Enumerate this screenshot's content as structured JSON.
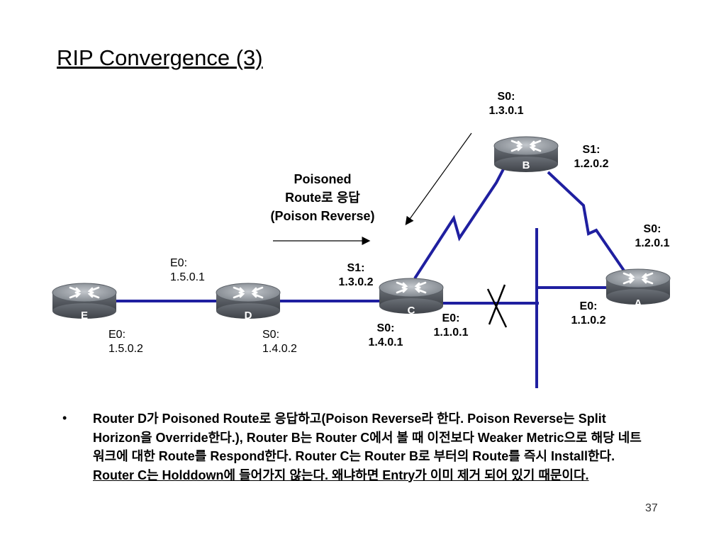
{
  "title": "RIP Convergence (3)",
  "diagram": {
    "routers": {
      "A": "A",
      "B": "B",
      "C": "C",
      "D": "D",
      "E": "E"
    },
    "labels": {
      "b_s0": [
        "S0:",
        "1.3.0.1"
      ],
      "b_s1": [
        "S1:",
        "1.2.0.2"
      ],
      "a_s0": [
        "S0:",
        "1.2.0.1"
      ],
      "a_e0": [
        "E0:",
        "1.1.0.2"
      ],
      "c_s1": [
        "S1:",
        "1.3.0.2"
      ],
      "c_s0": [
        "S0:",
        "1.4.0.1"
      ],
      "c_e0": [
        "E0:",
        "1.1.0.1"
      ],
      "d_e0": [
        "E0:",
        "1.5.0.1"
      ],
      "d_s0": [
        "S0:",
        "1.4.0.2"
      ],
      "e_e0": [
        "E0:",
        "1.5.0.2"
      ]
    },
    "poison_note": [
      "Poisoned",
      "Route로 응답",
      "(Poison Reverse)"
    ]
  },
  "bullet": {
    "marker": "•",
    "text_main": "Router D가 Poisoned Route로 응답하고(Poison Reverse라 한다. Poison Reverse는 Split Horizon을 Override한다.), Router B는 Router C에서 볼 때 이전보다 Weaker Metric으로 해당 네트워크에 대한 Route를 Respond한다. Router C는 Router B로 부터의 Route를 즉시 Install한다. ",
    "text_underlined": "Router C는 Holddown에 들어가지 않는다. 왜냐하면 Entry가 이미 제거 되어 있기 때문이다."
  },
  "page_number": "37",
  "colors": {
    "link": "#1f1fa0",
    "router_top": "#9aa0a8",
    "router_side": "#5a5f66"
  }
}
